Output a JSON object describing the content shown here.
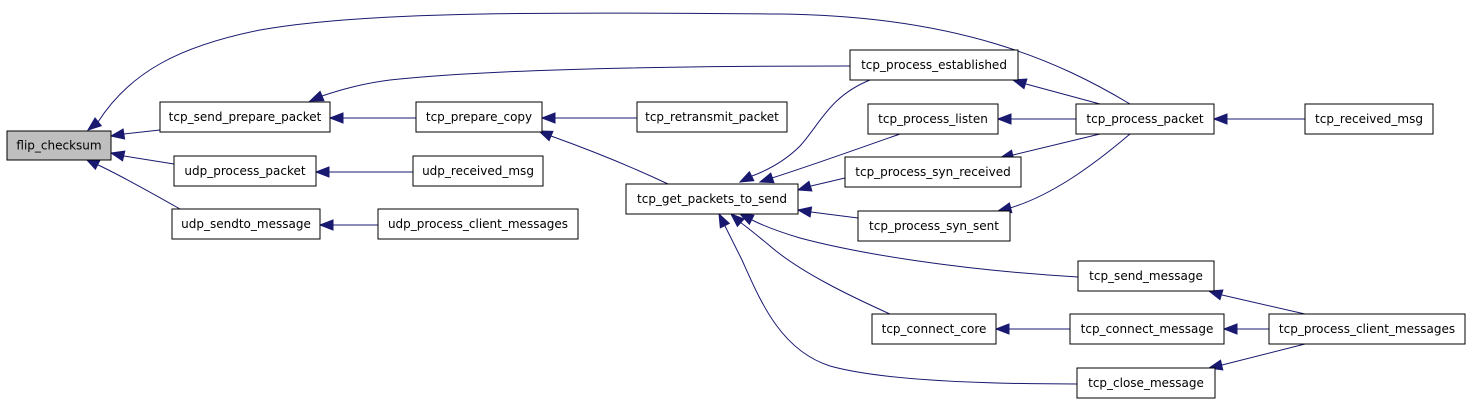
{
  "diagram": {
    "type": "call-graph",
    "colors": {
      "edge": "#191970",
      "root_fill": "#bfbfbf",
      "node_fill": "#ffffff",
      "node_border": "#000000"
    },
    "nodes": [
      {
        "id": "flip_checksum",
        "label": "flip_checksum",
        "root": true
      },
      {
        "id": "tcp_send_prepare_packet",
        "label": "tcp_send_prepare_packet"
      },
      {
        "id": "udp_process_packet",
        "label": "udp_process_packet"
      },
      {
        "id": "udp_sendto_message",
        "label": "udp_sendto_message"
      },
      {
        "id": "tcp_prepare_copy",
        "label": "tcp_prepare_copy"
      },
      {
        "id": "udp_received_msg",
        "label": "udp_received_msg"
      },
      {
        "id": "udp_process_client_messages",
        "label": "udp_process_client_messages"
      },
      {
        "id": "tcp_retransmit_packet",
        "label": "tcp_retransmit_packet"
      },
      {
        "id": "tcp_get_packets_to_send",
        "label": "tcp_get_packets_to_send"
      },
      {
        "id": "tcp_process_established",
        "label": "tcp_process_established"
      },
      {
        "id": "tcp_process_listen",
        "label": "tcp_process_listen"
      },
      {
        "id": "tcp_process_syn_received",
        "label": "tcp_process_syn_received"
      },
      {
        "id": "tcp_process_syn_sent",
        "label": "tcp_process_syn_sent"
      },
      {
        "id": "tcp_connect_core",
        "label": "tcp_connect_core"
      },
      {
        "id": "tcp_process_packet",
        "label": "tcp_process_packet"
      },
      {
        "id": "tcp_send_message",
        "label": "tcp_send_message"
      },
      {
        "id": "tcp_connect_message",
        "label": "tcp_connect_message"
      },
      {
        "id": "tcp_close_message",
        "label": "tcp_close_message"
      },
      {
        "id": "tcp_received_msg",
        "label": "tcp_received_msg"
      },
      {
        "id": "tcp_process_client_messages",
        "label": "tcp_process_client_messages"
      }
    ],
    "edges": [
      {
        "from": "tcp_send_prepare_packet",
        "to": "flip_checksum"
      },
      {
        "from": "udp_process_packet",
        "to": "flip_checksum"
      },
      {
        "from": "udp_sendto_message",
        "to": "flip_checksum"
      },
      {
        "from": "tcp_process_packet",
        "to": "flip_checksum"
      },
      {
        "from": "tcp_prepare_copy",
        "to": "tcp_send_prepare_packet"
      },
      {
        "from": "tcp_process_established",
        "to": "tcp_send_prepare_packet"
      },
      {
        "from": "udp_received_msg",
        "to": "udp_process_packet"
      },
      {
        "from": "udp_process_client_messages",
        "to": "udp_sendto_message"
      },
      {
        "from": "tcp_retransmit_packet",
        "to": "tcp_prepare_copy"
      },
      {
        "from": "tcp_get_packets_to_send",
        "to": "tcp_prepare_copy"
      },
      {
        "from": "tcp_process_established",
        "to": "tcp_get_packets_to_send"
      },
      {
        "from": "tcp_process_listen",
        "to": "tcp_get_packets_to_send"
      },
      {
        "from": "tcp_process_syn_received",
        "to": "tcp_get_packets_to_send"
      },
      {
        "from": "tcp_process_syn_sent",
        "to": "tcp_get_packets_to_send"
      },
      {
        "from": "tcp_send_message",
        "to": "tcp_get_packets_to_send"
      },
      {
        "from": "tcp_connect_core",
        "to": "tcp_get_packets_to_send"
      },
      {
        "from": "tcp_close_message",
        "to": "tcp_get_packets_to_send"
      },
      {
        "from": "tcp_process_packet",
        "to": "tcp_process_established"
      },
      {
        "from": "tcp_process_packet",
        "to": "tcp_process_listen"
      },
      {
        "from": "tcp_process_packet",
        "to": "tcp_process_syn_received"
      },
      {
        "from": "tcp_process_packet",
        "to": "tcp_process_syn_sent"
      },
      {
        "from": "tcp_received_msg",
        "to": "tcp_process_packet"
      },
      {
        "from": "tcp_connect_message",
        "to": "tcp_connect_core"
      },
      {
        "from": "tcp_process_client_messages",
        "to": "tcp_send_message"
      },
      {
        "from": "tcp_process_client_messages",
        "to": "tcp_connect_message"
      },
      {
        "from": "tcp_process_client_messages",
        "to": "tcp_close_message"
      }
    ]
  }
}
